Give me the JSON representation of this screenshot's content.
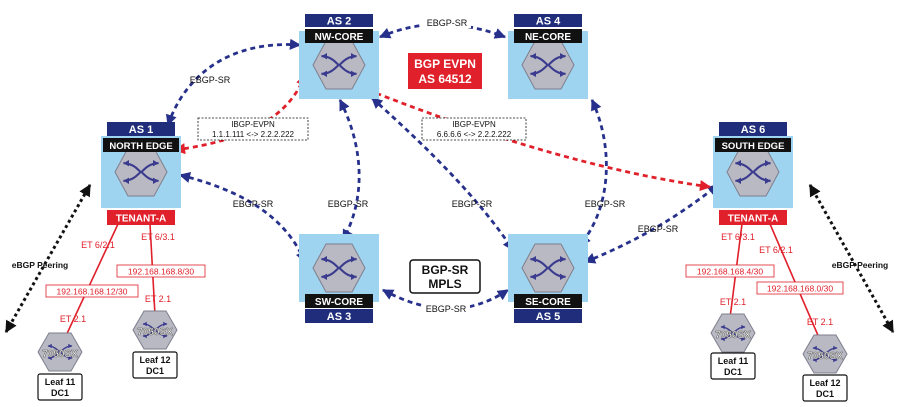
{
  "colors": {
    "router_bg": "#9fd4f0",
    "router_hex": "#b9b9c3",
    "router_arrows": "#3a3a8f",
    "as_badge": "#1f2d7a",
    "dark_label": "#111111",
    "ebgp_line": "#27318c",
    "ibgp_line": "#e0202a",
    "tenant": "#e0202a",
    "subnet_text": "#e0202a",
    "peering_line": "#111111"
  },
  "routers": {
    "nw": {
      "as": "AS 2",
      "name": "NW-CORE"
    },
    "ne": {
      "as": "AS 4",
      "name": "NE-CORE"
    },
    "north_edge": {
      "as": "AS 1",
      "name": "NORTH EDGE",
      "tenant": "TENANT-A"
    },
    "south_edge": {
      "as": "AS 6",
      "name": "SOUTH EDGE",
      "tenant": "TENANT-A"
    },
    "sw": {
      "as": "AS 3",
      "name": "SW-CORE"
    },
    "se": {
      "as": "AS 5",
      "name": "SE-CORE"
    }
  },
  "bgp_evpn": {
    "line1": "BGP EVPN",
    "line2": "AS 64512"
  },
  "bgp_sr": {
    "line1": "BGP-SR",
    "line2": "MPLS"
  },
  "edge_labels": {
    "nw_ne": "EBGP-SR",
    "nw_north": "EBGP-SR",
    "north_sw": "EBGP-SR",
    "nw_sw": "EBGP-SR",
    "nw_se": "EBGP-SR",
    "ne_se": "EBGP-SR",
    "sw_se": "EBGP-SR",
    "se_south": "EBGP-SR"
  },
  "ibgp_left": {
    "line1": "IBGP-EVPN",
    "line2": "1.1.1.111 <-> 2.2.2.222"
  },
  "ibgp_right": {
    "line1": "IBGP-EVPN",
    "line2": "6.6.6.6 <-> 2.2.2.222"
  },
  "left_side": {
    "peering": "eBGP Peering",
    "port_a": "ET 6/2.1",
    "port_b": "ET 6/3.1",
    "subnet_a": "192.168.168.12/30",
    "subnet_b": "192.168.168.8/30",
    "leaf_port_a": "ET 2.1",
    "leaf_port_b": "ET 2.1",
    "leaf_a": {
      "model": "7050SX",
      "line1": "Leaf 11",
      "line2": "DC1"
    },
    "leaf_b": {
      "model": "7050SX",
      "line1": "Leaf 12",
      "line2": "DC1"
    }
  },
  "right_side": {
    "peering": "eBGP Peering",
    "port_a": "ET 6/3.1",
    "port_b": "ET 6/2.1",
    "subnet_a": "192.168.168.4/30",
    "subnet_b": "192.168.168.0/30",
    "leaf_port_a": "ET 2.1",
    "leaf_port_b": "ET 2.1",
    "leaf_a": {
      "model": "7050SX",
      "line1": "Leaf 11",
      "line2": "DC1"
    },
    "leaf_b": {
      "model": "7050SX",
      "line1": "Leaf 12",
      "line2": "DC1"
    }
  }
}
